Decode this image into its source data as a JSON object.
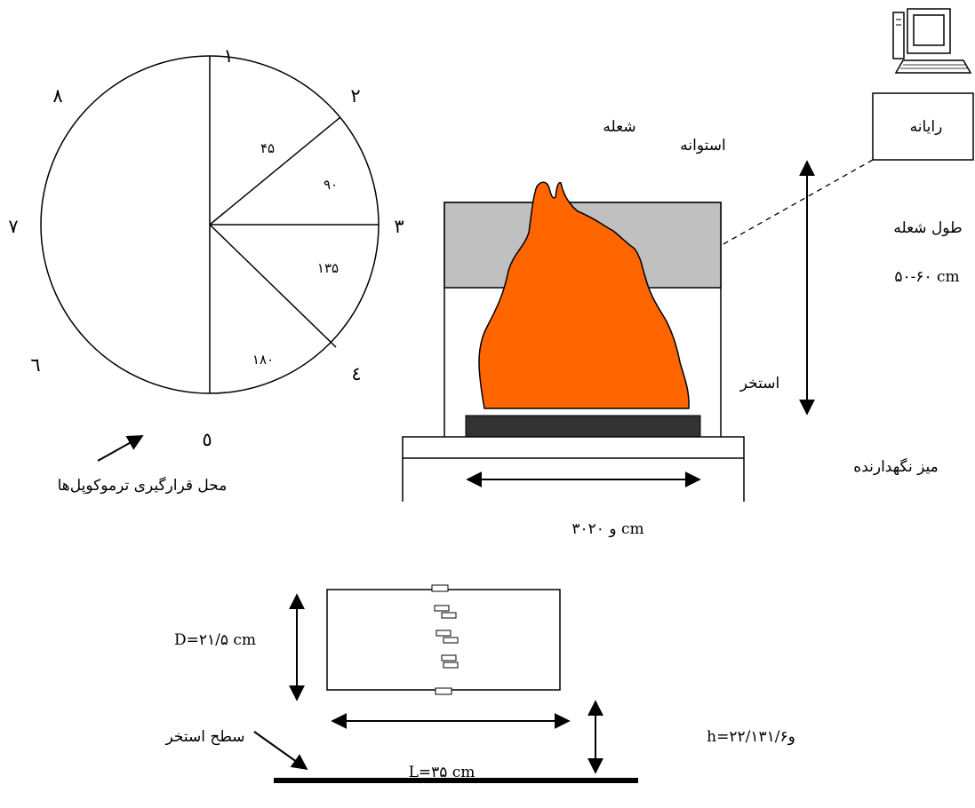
{
  "circle_diagram": {
    "positions": [
      "١",
      "٢",
      "٣",
      "٤",
      "٥",
      "٦",
      "٧",
      "٨"
    ],
    "angles": [
      "۴۵",
      "۹۰",
      "۱۳۵",
      "۱۸۰"
    ],
    "thermocouple_label": "محل قرارگیری ترموکوپل‌ها"
  },
  "setup": {
    "computer_label": "رایانه",
    "flame_label": "شعله",
    "cylinder_label": "استوانه",
    "pool_label": "استخر",
    "flame_length_label": "طول شعله",
    "flame_length_value": "۵۰-۶۰ cm",
    "table_label": "میز نگهدارنده",
    "pool_size": "۳۰و ۲۰ cm"
  },
  "cylinder_view": {
    "diameter": "D=۲۱/۵ cm",
    "length": "L=۳۵ cm",
    "height": "h=۲۲/۱و۳۱/۶",
    "pool_surface_label": "سطح استخر"
  },
  "colors": {
    "flame": "#FF6600",
    "cylinder_fill": "#C0C0C0",
    "pool": "#333333"
  }
}
